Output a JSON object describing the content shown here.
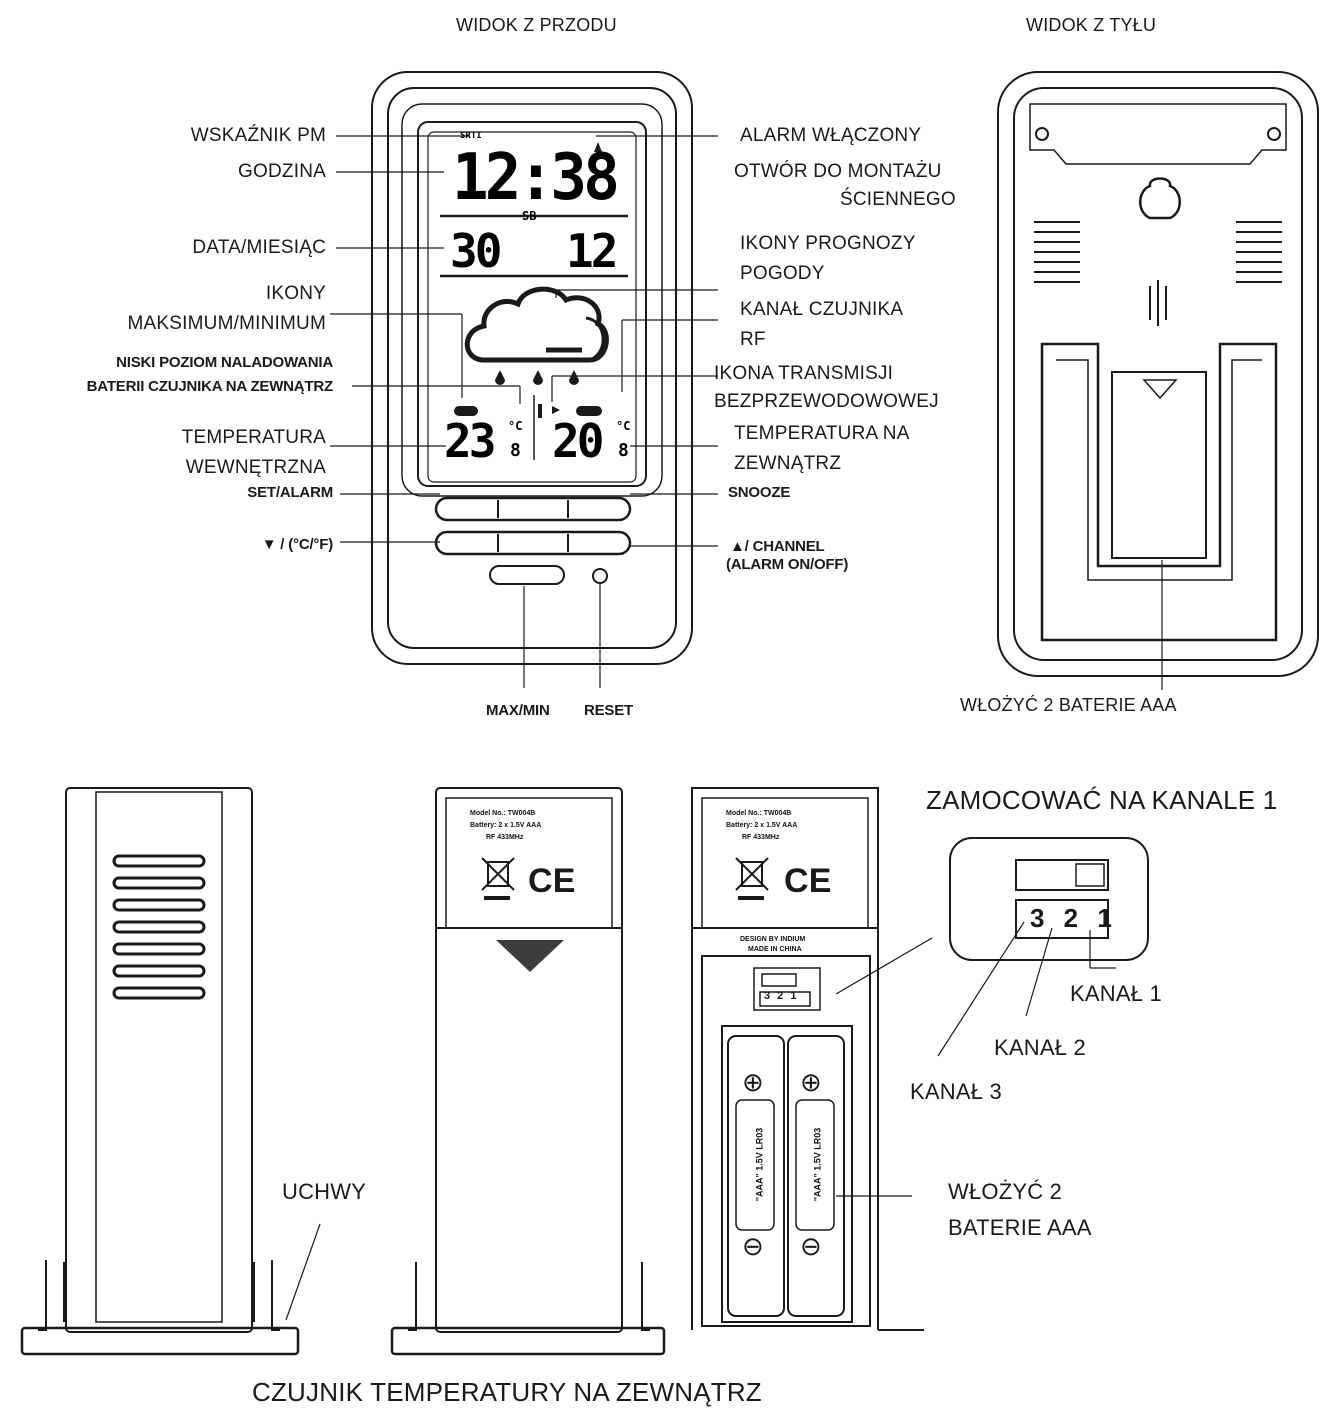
{
  "headings": {
    "front_view": "WIDOK Z PRZODU",
    "back_view": "WIDOK Z TYŁU",
    "sensor_title": "CZUJNIK TEMPERATURY NA ZEWNĄTRZ",
    "mount_channel": "ZAMOCOWAĆ NA KANALE 1"
  },
  "front_labels_left": {
    "pm": "WSKAŹNIK PM",
    "hour": "GODZINA",
    "date": "DATA/MIESIĄC",
    "maxmin_1": "IKONY",
    "maxmin_2": "MAKSIMUM/MINIMUM",
    "battery_1": "NISKI POZIOM NALADOWANIA",
    "battery_2": "BATERII CZUJNIKA NA ZEWNĄTRZ",
    "indoor_1": "TEMPERATURA",
    "indoor_2": "WEWNĘTRZNA",
    "set_alarm": "SET/ALARM",
    "down_unit": "▼ / (°C/°F)"
  },
  "front_labels_right": {
    "alarm_on": "ALARM WŁĄCZONY",
    "wall_1": "OTWÓR DO MONTAŻU",
    "wall_2": "ŚCIENNEGO",
    "forecast_1": "IKONY PROGNOZY",
    "forecast_2": "POGODY",
    "rf_1": "KANAŁ CZUJNIKA",
    "rf_2": "RF",
    "wireless_1": "IKONA TRANSMISJI",
    "wireless_2": "BEZPRZEWODOWOWEJ",
    "outdoor_1": "TEMPERATURA NA",
    "outdoor_2": "ZEWNĄTRZ",
    "snooze": "SNOOZE",
    "up_channel_1": "▲/ CHANNEL",
    "up_channel_2": "(ALARM ON/OFF)"
  },
  "bottom_front_labels": {
    "maxmin": "MAX/MIN",
    "reset": "RESET"
  },
  "back_labels": {
    "batteries": "WŁOŻYĆ 2 BATERIE AAA"
  },
  "display": {
    "pm": "SRTI",
    "time": "12:38",
    "weekday": "SB",
    "day": "30",
    "month": "12",
    "indoor_temp": "23",
    "indoor_decimal": "8",
    "outdoor_temp": "20",
    "outdoor_decimal": "8",
    "unit": "°C"
  },
  "sensor_labels": {
    "stand": "UCHWY",
    "channel_1": "KANAŁ 1",
    "channel_2": "KANAŁ 2",
    "channel_3": "KANAŁ 3",
    "insert_1": "WŁOŻYĆ 2",
    "insert_2": "BATERIE AAA",
    "switch_numbers": "3 2 1",
    "switch_numbers_small": "3 2 1"
  },
  "sensor_sticker": {
    "model": "Model No.: TW004B",
    "battery": "Battery: 2 x 1.5V AAA",
    "rf": "RF 433MHz",
    "ce": "CE",
    "design": "DESIGN BY INDIUM",
    "made": "MADE IN CHINA",
    "cell_label": "\"AAA\" 1.5V LR03",
    "plus": "⊕",
    "minus": "⊖"
  },
  "colors": {
    "line": "#1a1a1a",
    "background": "#ffffff"
  }
}
